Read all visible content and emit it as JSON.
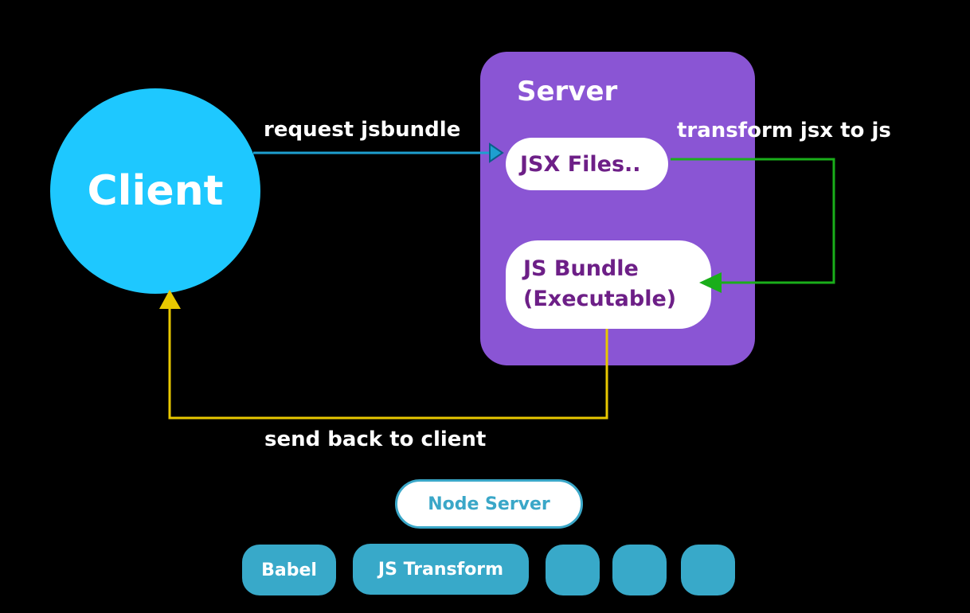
{
  "diagram": {
    "client": {
      "label": "Client"
    },
    "server": {
      "title": "Server",
      "jsx_files": "JSX Files..",
      "bundle_line1": "JS Bundle",
      "bundle_line2": "(Executable)"
    },
    "edges": {
      "request": "request jsbundle",
      "transform": "transform jsx to js",
      "send_back": "send back to client"
    },
    "stack": {
      "node_server": "Node Server",
      "babel": "Babel",
      "js_transform": "JS Transform"
    },
    "colors": {
      "client": "#1ec8ff",
      "server_box": "#8a55d4",
      "pill_text": "#6d1f87",
      "request_arrow": "#1e9fd0",
      "transform_arrow": "#1aae1a",
      "send_arrow": "#e8c800",
      "stack_chip": "#38a9c9"
    }
  }
}
